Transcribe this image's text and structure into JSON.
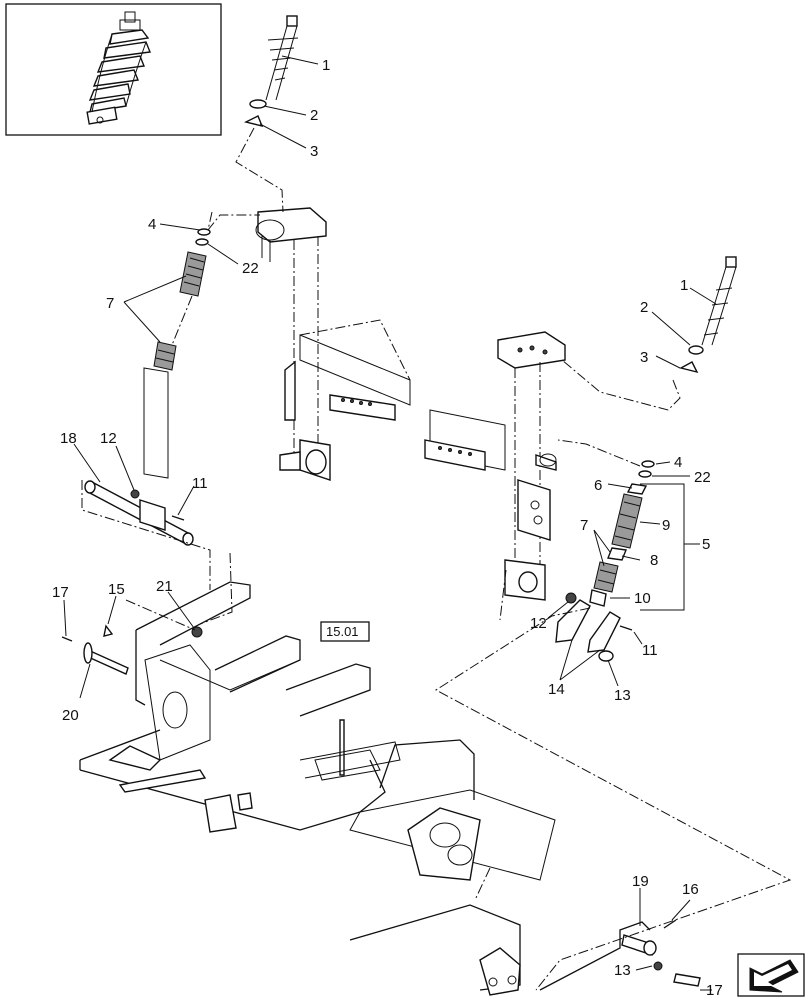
{
  "callouts": {
    "c1a": "1",
    "c2a": "2",
    "c3a": "3",
    "c4a": "4",
    "c22a": "22",
    "c7a": "7",
    "c18": "18",
    "c12a": "12",
    "c11a": "11",
    "c17a": "17",
    "c15": "15",
    "c21": "21",
    "c20": "20",
    "c1b": "1",
    "c2b": "2",
    "c3b": "3",
    "c4b": "4",
    "c22b": "22",
    "c6": "6",
    "c9": "9",
    "c5": "5",
    "c7b": "7",
    "c8": "8",
    "c10": "10",
    "c12b": "12",
    "c11b": "11",
    "c14": "14",
    "c13a": "13",
    "c19": "19",
    "c16": "16",
    "c13b": "13",
    "c17b": "17"
  },
  "reference_box": "15.01",
  "nav_arrow_icon": "next-page-arrow-icon"
}
